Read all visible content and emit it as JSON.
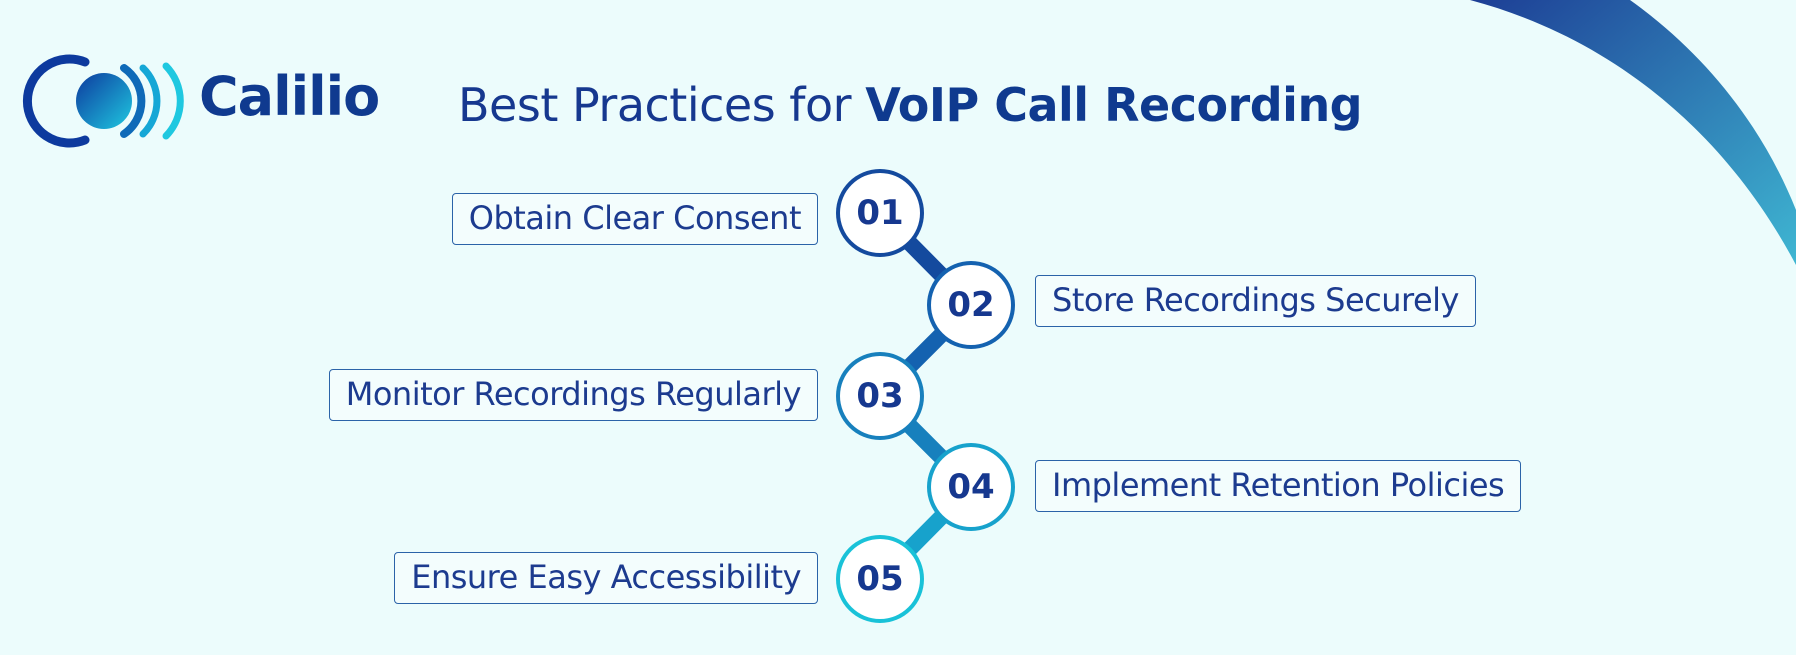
{
  "brand": {
    "name": "Calilio"
  },
  "title": {
    "prefix": "Best Practices for ",
    "bold": "VoIP Call Recording"
  },
  "steps": [
    {
      "number": "01",
      "label": "Obtain Clear Consent",
      "color": "#144a9e"
    },
    {
      "number": "02",
      "label": "Store Recordings Securely",
      "color": "#1462b0"
    },
    {
      "number": "03",
      "label": "Monitor Recordings Regularly",
      "color": "#1780bd"
    },
    {
      "number": "04",
      "label": "Implement Retention Policies",
      "color": "#17a2cc"
    },
    {
      "number": "05",
      "label": "Ensure Easy Accessibility",
      "color": "#19c2d8"
    }
  ],
  "colors": {
    "background": "#ecfcfc",
    "primary": "#0f3a8f",
    "accent": "#1dc6da"
  }
}
